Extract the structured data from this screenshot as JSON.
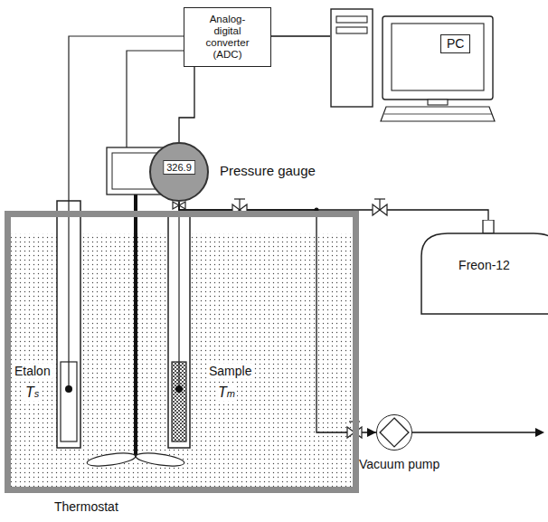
{
  "diagram": {
    "nodes": [
      {
        "text": [
          "Analog-digital converter (ADC)"
        ]
      },
      {
        "text": [
          "PC"
        ]
      },
      {
        "text": [
          "326.9",
          "Pressure gauge"
        ]
      },
      {
        "text": [
          "Thermostat"
        ]
      },
      {
        "text": [
          "Freon-12"
        ]
      },
      {
        "text": [
          "Vacuum pump"
        ]
      }
    ],
    "edges": [
      {
        "from": 0,
        "to": 1,
        "arrow": "none"
      },
      {
        "from": 0,
        "to": 2,
        "arrow": "none"
      },
      {
        "from": 2,
        "to": 4,
        "arrow": "none"
      },
      {
        "from": 2,
        "to": 5,
        "arrow": "to"
      }
    ],
    "labels": [
      "Etalon",
      "Ts",
      "Sample",
      "Tm"
    ]
  }
}
